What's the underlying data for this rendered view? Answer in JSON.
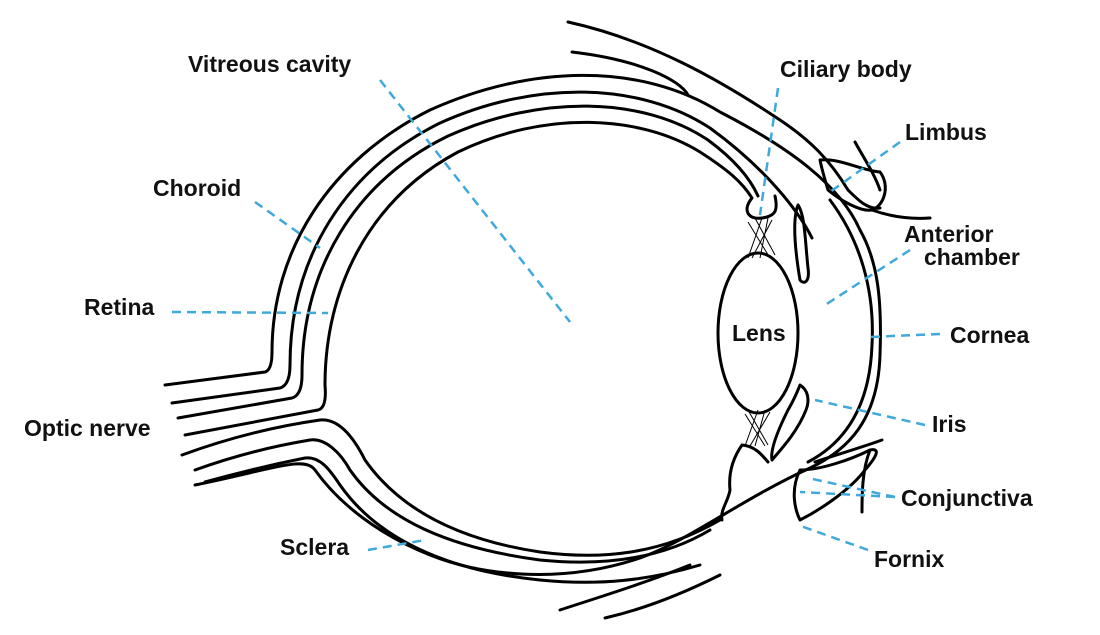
{
  "labels": {
    "vitreous_cavity": "Vitreous cavity",
    "ciliary_body": "Ciliary body",
    "limbus": "Limbus",
    "anterior_chamber_line1": "Anterior",
    "anterior_chamber_line2": "chamber",
    "choroid": "Choroid",
    "retina": "Retina",
    "lens": "Lens",
    "cornea": "Cornea",
    "optic_nerve": "Optic nerve",
    "iris": "Iris",
    "conjunctiva": "Conjunctiva",
    "sclera": "Sclera",
    "fornix": "Fornix"
  },
  "colors": {
    "outline": "#000000",
    "leader_line": "#3fa9dc",
    "label_text": "#111111",
    "background": "#ffffff"
  }
}
